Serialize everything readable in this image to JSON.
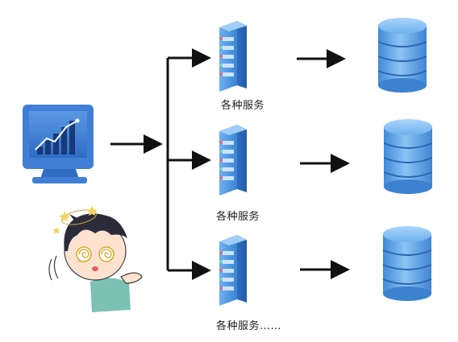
{
  "services": [
    {
      "label": "各种服务"
    },
    {
      "label": "各种服务"
    },
    {
      "label": "各种服务……"
    }
  ],
  "colors": {
    "arrow": "#111111",
    "monitor_frame": "#3f7fd6",
    "monitor_screen": "#2456a8",
    "server_body": "#4f93e0",
    "database_body": "#5aa2e8",
    "skin": "#fde3cf",
    "hair": "#2b2b3a",
    "shirt": "#7cc2b4"
  },
  "icons": [
    "monitor-chart-icon",
    "dizzy-boy-icon",
    "server-icon",
    "database-icon",
    "arrow-icon"
  ]
}
